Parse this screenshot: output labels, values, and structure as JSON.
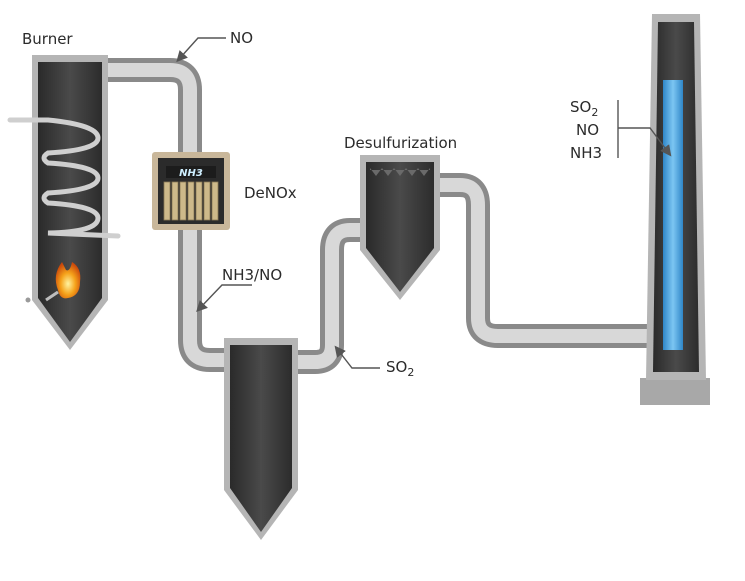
{
  "labels": {
    "burner": "Burner",
    "no_top": "NO",
    "denox": "DeNOx",
    "nh3_tag": "NH3",
    "nh3_no": "NH3/NO",
    "desulfurization": "Desulfurization",
    "so2_mid": {
      "main": "SO",
      "sub": "2"
    },
    "stack": {
      "so2": {
        "main": "SO",
        "sub": "2"
      },
      "no": "NO",
      "nh3": "NH3"
    }
  },
  "colors": {
    "vessel_dark": "#3a3a3a",
    "vessel_rim": "#b9b9b9",
    "pipe": "#bdbdbd",
    "stack_fill": "#4aa6e0",
    "flame": "#f08a12",
    "callout": "#555555"
  }
}
